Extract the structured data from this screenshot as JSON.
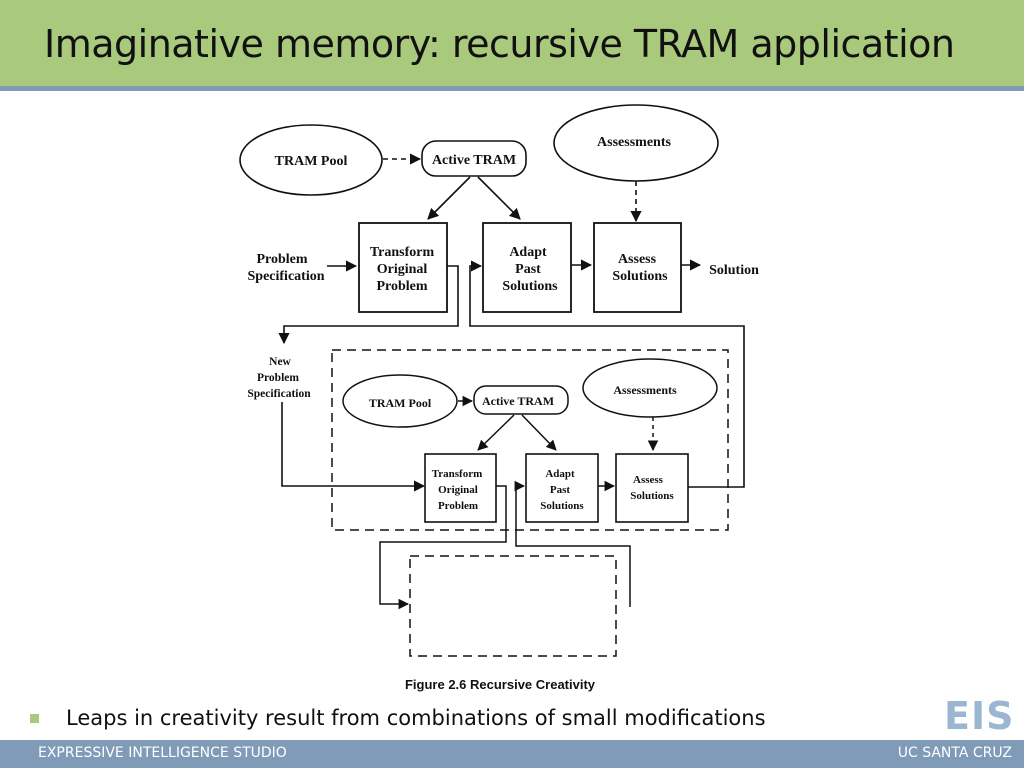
{
  "slide": {
    "title": "Imaginative memory: recursive TRAM application",
    "bullet": "Leaps in creativity result from combinations of small modifications"
  },
  "diagram": {
    "top": {
      "tram_pool": "TRAM Pool",
      "active_tram": "Active TRAM",
      "assessments": "Assessments",
      "problem_spec": [
        "Problem",
        "Specification"
      ],
      "transform": [
        "Transform",
        "Original",
        "Problem"
      ],
      "adapt": [
        "Adapt",
        "Past",
        "Solutions"
      ],
      "assess": [
        "Assess",
        "Solutions"
      ],
      "solution": "Solution"
    },
    "new_problem_spec": [
      "New",
      "Problem",
      "Specification"
    ],
    "inner": {
      "tram_pool": "TRAM Pool",
      "active_tram": "Active TRAM",
      "assessments": "Assessments",
      "transform": [
        "Transform",
        "Original",
        "Problem"
      ],
      "adapt": [
        "Adapt",
        "Past",
        "Solutions"
      ],
      "assess": [
        "Assess",
        "Solutions"
      ]
    },
    "caption": "Figure 2.6  Recursive Creativity"
  },
  "logo": "EIS",
  "footer": {
    "left": "EXPRESSIVE INTELLIGENCE STUDIO",
    "right": "UC SANTA CRUZ"
  },
  "colors": {
    "title_bar": "#a9c97c",
    "rule": "#7f9bb7",
    "footer": "#7f9bb7",
    "bullet": "#a9c97c",
    "logo": "#9bb6d0"
  }
}
